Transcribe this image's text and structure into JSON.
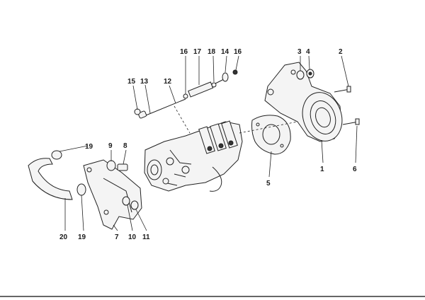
{
  "diagram": {
    "callouts": [
      {
        "label": "15"
      },
      {
        "label": "13"
      },
      {
        "label": "12"
      },
      {
        "label": "16"
      },
      {
        "label": "17"
      },
      {
        "label": "18"
      },
      {
        "label": "14"
      },
      {
        "label": "16"
      },
      {
        "label": "3"
      },
      {
        "label": "4"
      },
      {
        "label": "2"
      },
      {
        "label": "19"
      },
      {
        "label": "9"
      },
      {
        "label": "8"
      },
      {
        "label": "1"
      },
      {
        "label": "6"
      },
      {
        "label": "5"
      },
      {
        "label": "20"
      },
      {
        "label": "19"
      },
      {
        "label": "7"
      },
      {
        "label": "10"
      },
      {
        "label": "11"
      }
    ]
  }
}
